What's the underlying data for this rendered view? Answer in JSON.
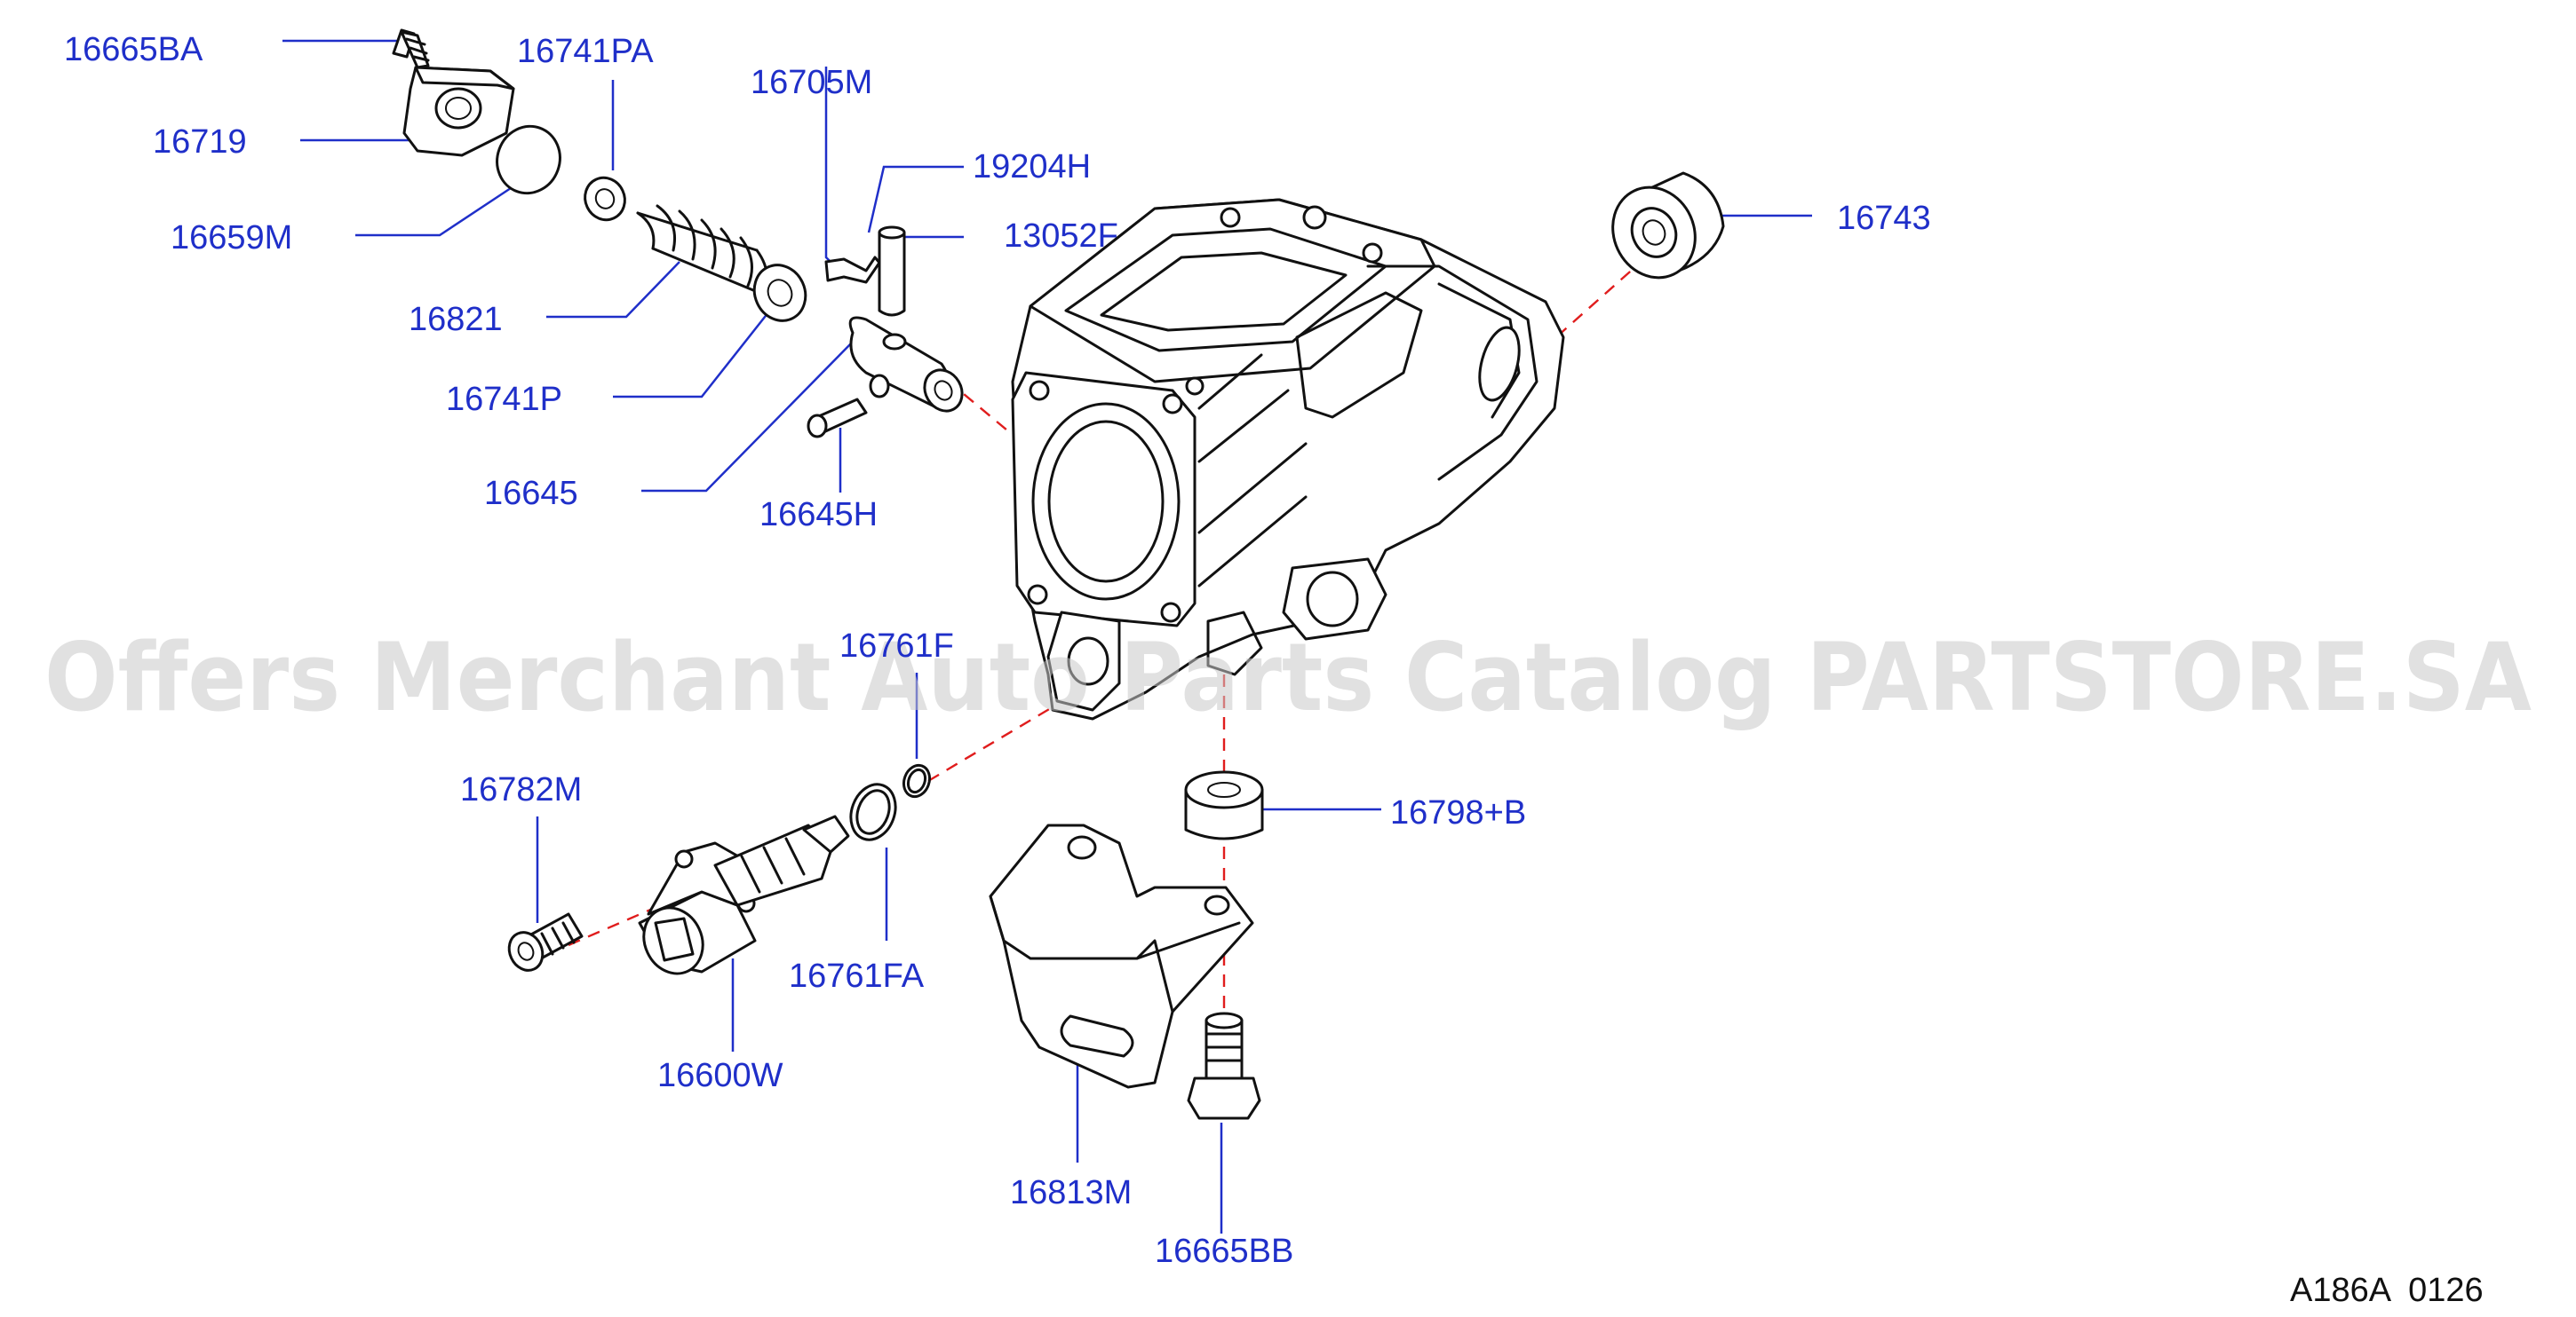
{
  "diagram": {
    "labels": {
      "p16665BA": "16665BA",
      "p16741PA": "16741PA",
      "p16719": "16719",
      "p16705M": "16705M",
      "p19204H": "19204H",
      "p16659M": "16659M",
      "p13052F": "13052F",
      "p16743": "16743",
      "p16821": "16821",
      "p16741P": "16741P",
      "p16645": "16645",
      "p16645H": "16645H",
      "p16761F": "16761F",
      "p16782M": "16782M",
      "p16798B": "16798+B",
      "p16761FA": "16761FA",
      "p16600W": "16600W",
      "p16813M": "16813M",
      "p16665BB": "16665BB"
    },
    "drawing_code": "A186A  0126",
    "watermark": "Offers Merchant Auto Parts Catalog PARTSTORE.SA",
    "colors": {
      "label": "#1f2fc9",
      "centerline": "#e01d1d",
      "linework": "#111111",
      "watermark": "#c8c8c8"
    }
  }
}
